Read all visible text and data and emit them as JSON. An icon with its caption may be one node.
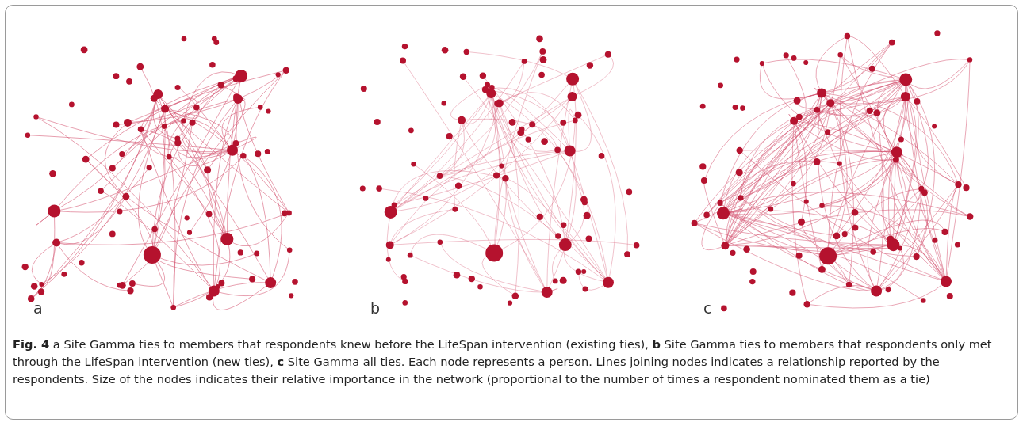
{
  "diagram": {
    "caption": "**Fig. 4**  a Site Gamma ties to members that respondents knew before the LifeSpan intervention (existing ties), **b** Site Gamma ties to members that respondents only met through the LifeSpan intervention (new ties), **c** Site Gamma all ties. Each node represents a person. Lines joining nodes indicates a relationship reported by the respondents. Size of the nodes indicates their relative importance in the network (proportional to the number of times a respondent nominated them as a tie)",
    "labels": [
      "a",
      "b",
      "c"
    ]
  }
}
